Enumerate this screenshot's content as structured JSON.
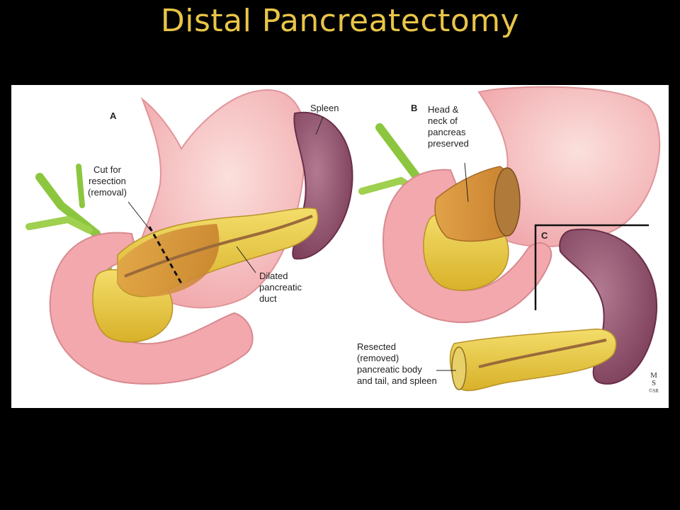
{
  "title": "Distal Pancreatectomy",
  "colors": {
    "background": "#000000",
    "title": "#e9c548",
    "panel": "#ffffff",
    "stomach": "#f4b9b9",
    "duodenum": "#f2a8ac",
    "pancreas": "#e6c33d",
    "pancreas_shaded": "#d9923a",
    "spleen": "#8d4c68",
    "bile_duct": "#8cc63f",
    "pancreatic_duct": "#9a6a3a",
    "label_text": "#222222"
  },
  "panels": {
    "a": {
      "letter": "A",
      "labels": {
        "cut_line_1": "Cut for",
        "cut_line_2": "resection",
        "cut_line_3": "(removal)",
        "spleen": "Spleen",
        "duct_line_1": "Dilated",
        "duct_line_2": "pancreatic",
        "duct_line_3": "duct"
      }
    },
    "b": {
      "letter": "B",
      "labels": {
        "head_line_1": "Head &",
        "head_line_2": "neck of",
        "head_line_3": "pancreas",
        "head_line_4": "preserved"
      }
    },
    "c": {
      "letter": "C",
      "labels": {
        "resected_line_1": "Resected",
        "resected_line_2": "(removed)",
        "resected_line_3": "pancreatic body",
        "resected_line_4": "and tail, and spleen"
      }
    }
  },
  "signature": {
    "line_1": "M",
    "line_2": "S",
    "line_3": "©SR"
  }
}
